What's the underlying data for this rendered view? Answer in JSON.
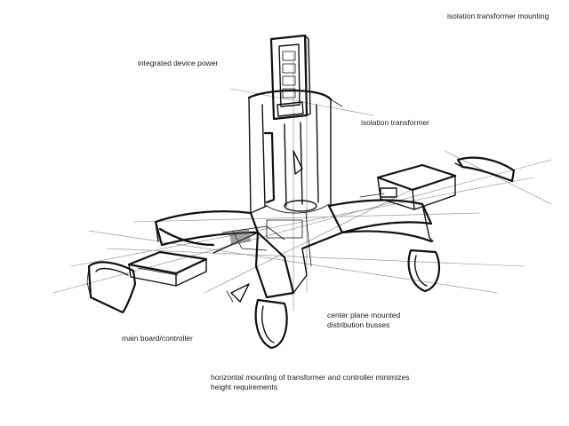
{
  "labels": {
    "title": "isolation transformer mounting",
    "integrated_power": "integrated device power",
    "isolation_transformer": "isolation transformer",
    "center_plane": "center plane mounted\ndistribution busses",
    "main_board": "main board/controller",
    "horizontal_mounting": "horizontal mounting of transformer and controller minimizes\nheight requirements"
  }
}
